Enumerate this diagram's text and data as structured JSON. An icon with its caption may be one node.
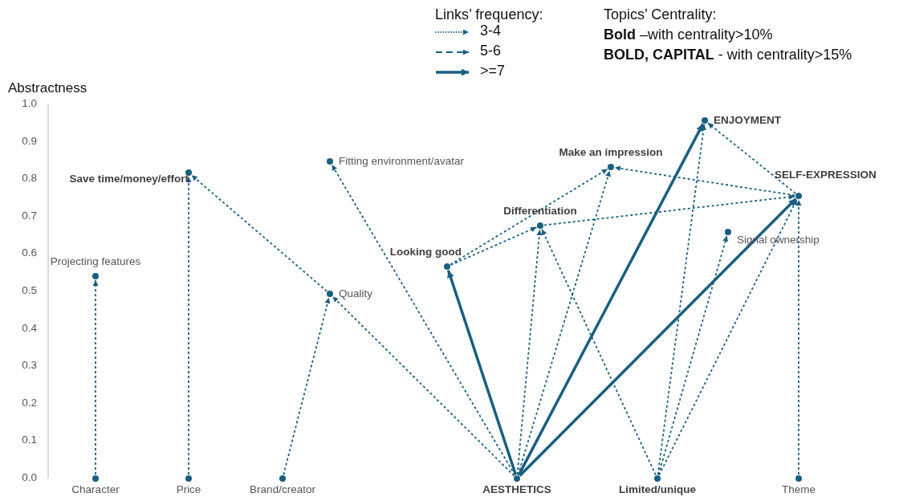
{
  "diagram": {
    "nodes": [
      {
        "text": [
          "Projecting features"
        ]
      },
      {
        "text": [
          "Save time/money/effort"
        ]
      },
      {
        "text": [
          "Fitting environment/avatar"
        ]
      },
      {
        "text": [
          "Quality"
        ]
      },
      {
        "text": [
          "Looking good"
        ]
      },
      {
        "text": [
          "Differentiation"
        ]
      },
      {
        "text": [
          "Make an impression"
        ]
      },
      {
        "text": [
          "ENJOYMENT"
        ]
      },
      {
        "text": [
          "SELF-EXPRESSION"
        ]
      },
      {
        "text": [
          "Signal ownership"
        ]
      },
      {
        "text": [
          "Character"
        ]
      },
      {
        "text": [
          "Price"
        ]
      },
      {
        "text": [
          "Brand/creator"
        ]
      },
      {
        "text": [
          "AESTHETICS"
        ]
      },
      {
        "text": [
          "Limited/unique"
        ]
      },
      {
        "text": [
          "Theme"
        ]
      }
    ],
    "edges": [
      {
        "from": 10,
        "to": 0,
        "arrow": "to",
        "style": "dashed"
      },
      {
        "from": 11,
        "to": 1,
        "arrow": "to",
        "style": "dashed"
      },
      {
        "from": 12,
        "to": 3,
        "arrow": "to",
        "style": "dashed"
      },
      {
        "from": 3,
        "to": 1,
        "arrow": "to",
        "style": "dashed"
      },
      {
        "from": 13,
        "to": 3,
        "arrow": "to",
        "style": "dashed"
      },
      {
        "from": 13,
        "to": 2,
        "arrow": "to",
        "style": "dashed"
      },
      {
        "from": 13,
        "to": 4,
        "arrow": "to",
        "style": "thick"
      },
      {
        "from": 13,
        "to": 5,
        "arrow": "to",
        "style": "dashed"
      },
      {
        "from": 13,
        "to": 6,
        "arrow": "to",
        "style": "dashed"
      },
      {
        "from": 13,
        "to": 7,
        "arrow": "to",
        "style": "thick"
      },
      {
        "from": 13,
        "to": 8,
        "arrow": "to",
        "style": "thick"
      },
      {
        "from": 4,
        "to": 6,
        "arrow": "to",
        "style": "dashed"
      },
      {
        "from": 4,
        "to": 5,
        "arrow": "to",
        "style": "dashed"
      },
      {
        "from": 5,
        "to": 8,
        "arrow": "to",
        "style": "dashed"
      },
      {
        "from": 8,
        "to": 6,
        "arrow": "to",
        "style": "dashed"
      },
      {
        "from": 8,
        "to": 7,
        "arrow": "to",
        "style": "dashed"
      },
      {
        "from": 14,
        "to": 5,
        "arrow": "to",
        "style": "dashed"
      },
      {
        "from": 14,
        "to": 7,
        "arrow": "to",
        "style": "dashed"
      },
      {
        "from": 14,
        "to": 9,
        "arrow": "to",
        "style": "dashed"
      },
      {
        "from": 14,
        "to": 8,
        "arrow": "to",
        "style": "dashed"
      },
      {
        "from": 15,
        "to": 8,
        "arrow": "to",
        "style": "dashed"
      }
    ],
    "labels": [
      "Links’ frequency:",
      "Topics’ Centrality:",
      "**Bold** –with centrality>10%",
      "**BOLD, CAPITAL** - with centrality>15%",
      "Abstractness",
      "1.0",
      "0.9",
      "0.8",
      "0.7",
      "0.6",
      "0.5",
      "0.4",
      "0.3",
      "0.2",
      "0.1",
      "0.0"
    ],
    "legend": [
      {
        "text": "3-4"
      },
      {
        "text": "5-6"
      },
      {
        "text": ">=7"
      }
    ]
  }
}
